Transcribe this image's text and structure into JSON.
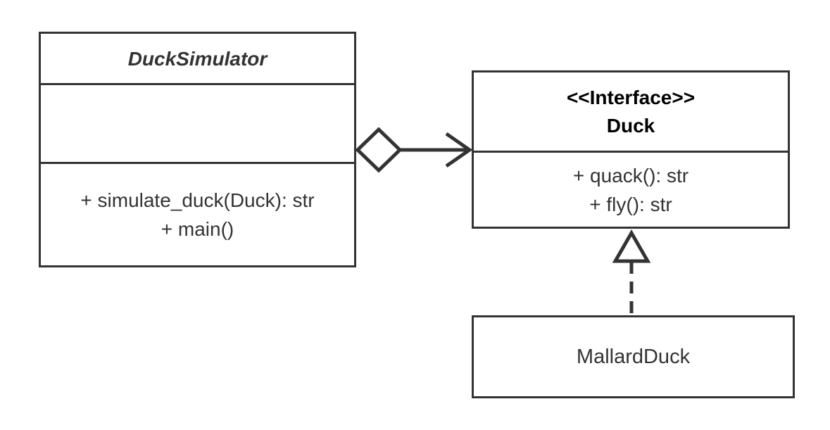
{
  "diagram": {
    "classes": {
      "duck_simulator": {
        "name": "DuckSimulator",
        "attributes": [],
        "operations": [
          "+ simulate_duck(Duck): str",
          "+ main()"
        ]
      },
      "duck": {
        "stereotype": "<<Interface>>",
        "name": "Duck",
        "operations": [
          "+ quack(): str",
          "+ fly(): str"
        ]
      },
      "mallard_duck": {
        "name": "MallardDuck"
      }
    },
    "relationships": [
      {
        "type": "aggregation",
        "from": "DuckSimulator",
        "to": "Duck",
        "navigable": true
      },
      {
        "type": "realization",
        "from": "MallardDuck",
        "to": "Duck"
      }
    ],
    "colors": {
      "stroke": "#333333",
      "text": "#333333",
      "background": "#ffffff"
    }
  }
}
